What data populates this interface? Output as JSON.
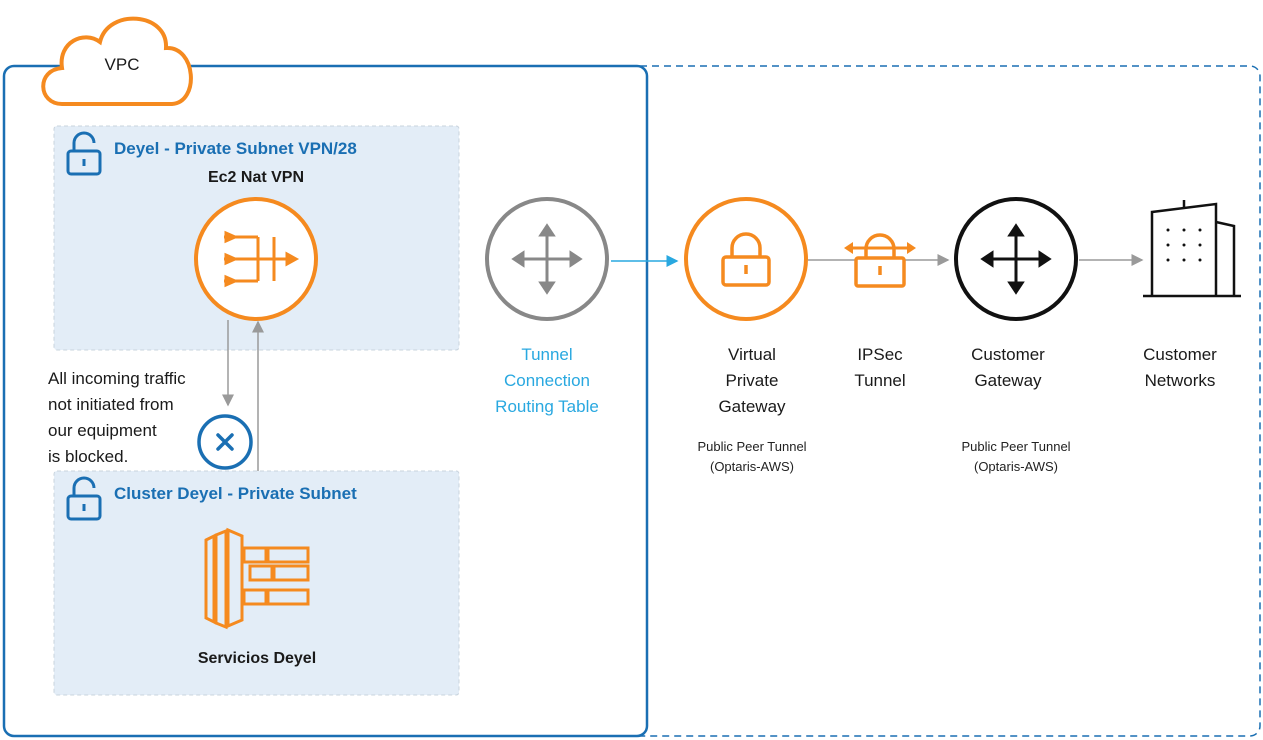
{
  "vpc_label": "VPC",
  "subnet_vpn": {
    "title": "Deyel - Private Subnet VPN/28",
    "instance": "Ec2 Nat VPN"
  },
  "subnet_cluster": {
    "title": "Cluster Deyel - Private Subnet",
    "service": "Servicios Deyel"
  },
  "blocked_note": [
    "All incoming traffic",
    "not initiated from",
    "our equipment",
    "is blocked."
  ],
  "routing": {
    "label": [
      "Tunnel",
      "Connection",
      "Routing Table"
    ]
  },
  "vpg": {
    "label": [
      "Virtual",
      "Private",
      "Gateway"
    ],
    "sub": [
      "Public Peer Tunnel",
      "(Optaris-AWS)"
    ]
  },
  "ipsec": {
    "label": [
      "IPSec",
      "Tunnel"
    ]
  },
  "cgw": {
    "label": [
      "Customer",
      "Gateway"
    ],
    "sub": [
      "Public Peer Tunnel",
      "(Optaris-AWS)"
    ]
  },
  "networks": {
    "label": [
      "Customer",
      "Networks"
    ]
  },
  "colors": {
    "aws_orange": "#f58a1f",
    "blue": "#1a6fb3",
    "light_blue": "#29a8e0",
    "grey": "#8a8a8a",
    "subnet_fill": "#e3edf7"
  }
}
